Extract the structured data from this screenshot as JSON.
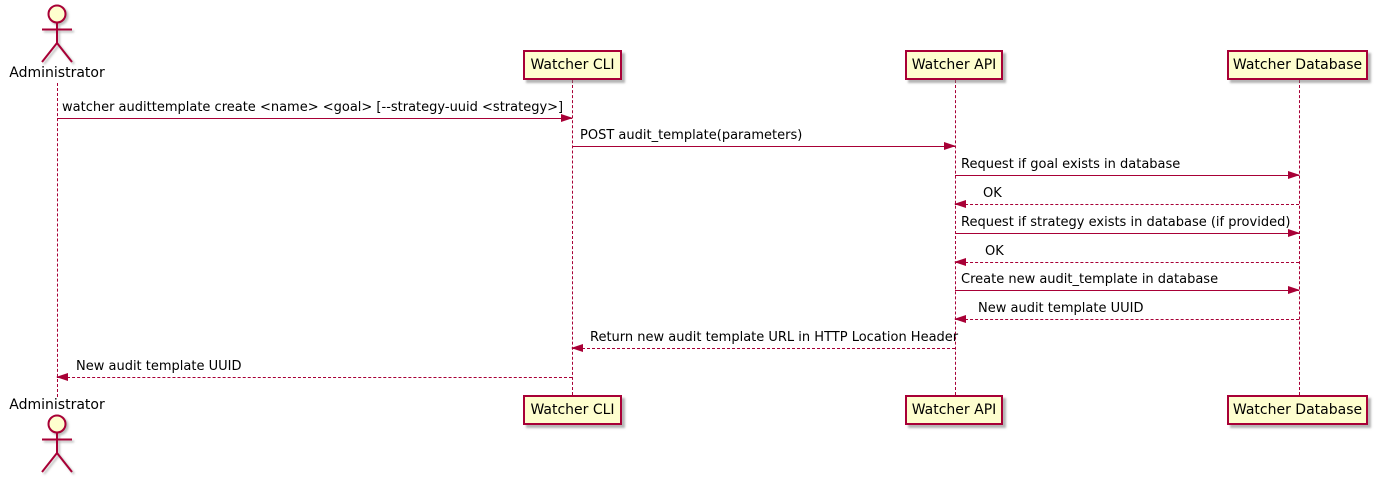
{
  "diagram": {
    "type": "sequence",
    "colors": {
      "line": "#A80036",
      "participant_fill": "#FEFECE",
      "text": "#000000",
      "background": "#FFFFFF"
    },
    "participants": [
      {
        "label": "Administrator",
        "type": "actor"
      },
      {
        "label": "Watcher CLI",
        "type": "participant"
      },
      {
        "label": "Watcher API",
        "type": "participant"
      },
      {
        "label": "Watcher Database",
        "type": "participant"
      }
    ],
    "messages": [
      {
        "from": "Administrator",
        "to": "Watcher CLI",
        "style": "solid",
        "label": "watcher audittemplate create <name> <goal> [--strategy-uuid <strategy>]"
      },
      {
        "from": "Watcher CLI",
        "to": "Watcher API",
        "style": "solid",
        "label": "POST audit_template(parameters)"
      },
      {
        "from": "Watcher API",
        "to": "Watcher Database",
        "style": "solid",
        "label": "Request if goal exists in database"
      },
      {
        "from": "Watcher Database",
        "to": "Watcher API",
        "style": "dashed",
        "label": "OK"
      },
      {
        "from": "Watcher API",
        "to": "Watcher Database",
        "style": "solid",
        "label": "Request if strategy exists in database (if provided)"
      },
      {
        "from": "Watcher Database",
        "to": "Watcher API",
        "style": "dashed",
        "label": "OK"
      },
      {
        "from": "Watcher API",
        "to": "Watcher Database",
        "style": "solid",
        "label": "Create new audit_template in database"
      },
      {
        "from": "Watcher Database",
        "to": "Watcher API",
        "style": "dashed",
        "label": "New audit template UUID"
      },
      {
        "from": "Watcher API",
        "to": "Watcher CLI",
        "style": "dashed",
        "label": "Return new audit template URL in HTTP Location Header"
      },
      {
        "from": "Watcher CLI",
        "to": "Administrator",
        "style": "dashed",
        "label": "New audit template UUID"
      }
    ]
  }
}
